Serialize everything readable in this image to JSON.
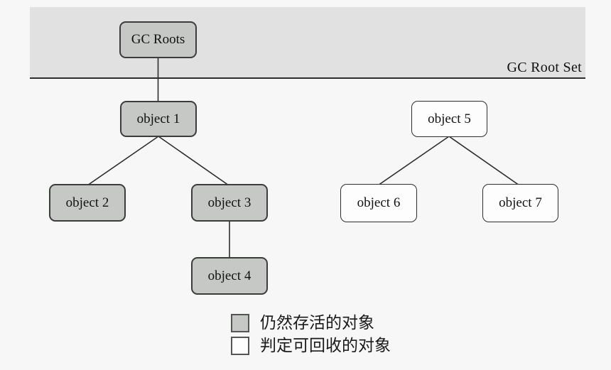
{
  "banner": {
    "label": "GC Root Set"
  },
  "nodes": {
    "gc_roots": {
      "label": "GC Roots",
      "state": "alive"
    },
    "object1": {
      "label": "object 1",
      "state": "alive"
    },
    "object2": {
      "label": "object 2",
      "state": "alive"
    },
    "object3": {
      "label": "object 3",
      "state": "alive"
    },
    "object4": {
      "label": "object 4",
      "state": "alive"
    },
    "object5": {
      "label": "object 5",
      "state": "collectable"
    },
    "object6": {
      "label": "object 6",
      "state": "collectable"
    },
    "object7": {
      "label": "object 7",
      "state": "collectable"
    }
  },
  "edges": [
    {
      "from": "gc_roots",
      "to": "object1"
    },
    {
      "from": "object1",
      "to": "object2"
    },
    {
      "from": "object1",
      "to": "object3"
    },
    {
      "from": "object3",
      "to": "object4"
    },
    {
      "from": "object5",
      "to": "object6"
    },
    {
      "from": "object5",
      "to": "object7"
    }
  ],
  "legend": {
    "items": [
      {
        "swatch": "alive",
        "label": "仍然存活的对象"
      },
      {
        "swatch": "collectable",
        "label": "判定可回收的对象"
      }
    ]
  },
  "colors": {
    "background": "#f7f7f7",
    "banner_fill": "#e1e1e1",
    "alive_fill": "#c6c8c6",
    "collectable_fill": "#fdfdfd",
    "stroke": "#2e2e2e"
  }
}
